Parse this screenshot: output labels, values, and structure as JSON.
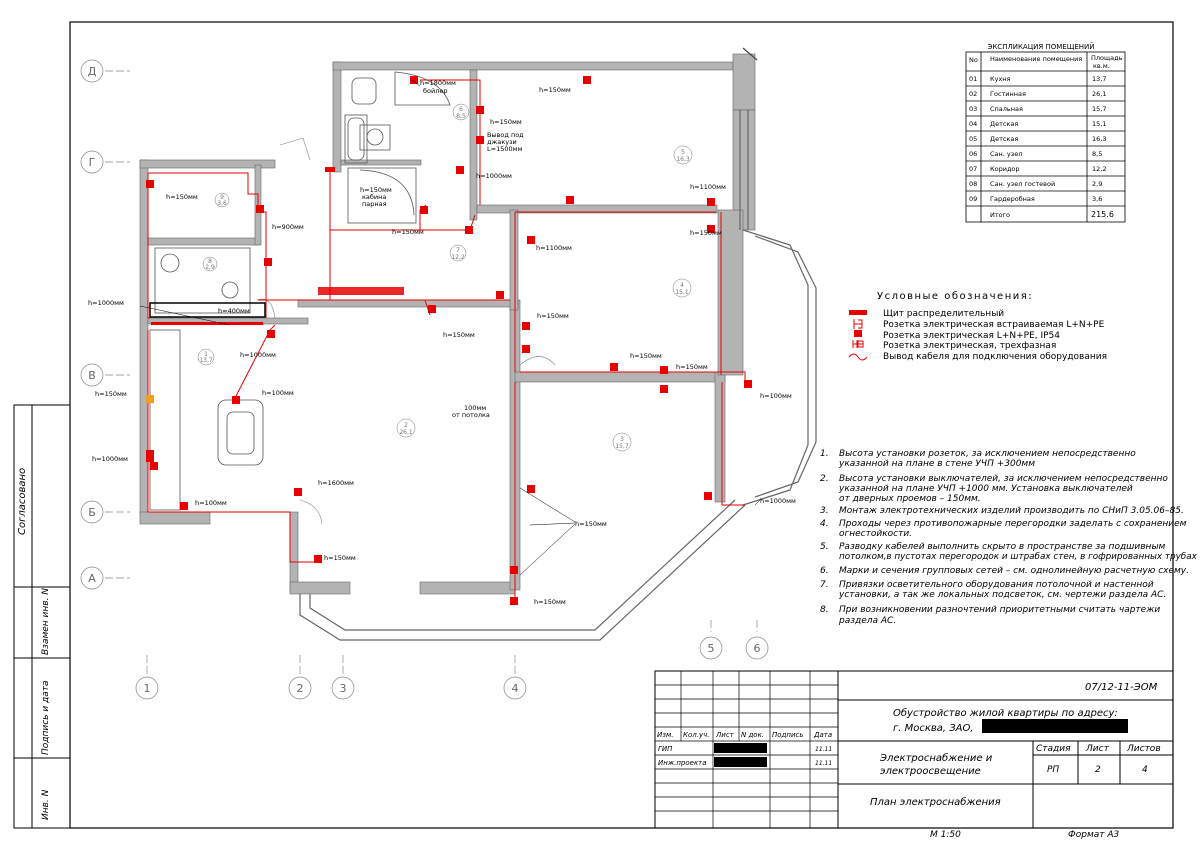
{
  "side_stamp": {
    "agreed": "Согласовано",
    "replaced_inv": "Взамен инв. N",
    "sign_date": "Подпись и дата",
    "inv_no": "Инв. N"
  },
  "grid_axes": {
    "rows": [
      "Д",
      "Г",
      "В",
      "Б",
      "А"
    ],
    "cols": [
      "1",
      "2",
      "3",
      "4",
      "5",
      "6"
    ]
  },
  "explication": {
    "title": "ЭКСПЛИКАЦИЯ ПОМЕЩЕНИЙ",
    "col_no": "No",
    "col_name": "Наименование помещения",
    "col_area_1": "Площадь",
    "col_area_2": "кв.м.",
    "rows": [
      {
        "no": "01",
        "name": "Кухня",
        "area": "13,7"
      },
      {
        "no": "02",
        "name": "Гостинная",
        "area": "26,1"
      },
      {
        "no": "03",
        "name": "Спальная",
        "area": "15,7"
      },
      {
        "no": "04",
        "name": "Детская",
        "area": "15,1"
      },
      {
        "no": "05",
        "name": "Детская",
        "area": "16,3"
      },
      {
        "no": "06",
        "name": "Сан. узел",
        "area": "8,5"
      },
      {
        "no": "07",
        "name": "Коридор",
        "area": "12,2"
      },
      {
        "no": "08",
        "name": "Сан. узел гостевой",
        "area": "2,9"
      },
      {
        "no": "09",
        "name": "Гардеробная",
        "area": "3,6"
      }
    ],
    "total_label": "Итого",
    "total_value": "215.6"
  },
  "legend": {
    "title": "Условные обозначения:",
    "items": [
      "Щит распределительный",
      "Розетка электрическая встраиваемая L+N+PE",
      "Розетка электрическая L+N+PE, IP54",
      "Розетка электрическая, трехфазная",
      "Вывод кабеля для подключения оборудования"
    ]
  },
  "notes": [
    {
      "n": "1.",
      "lines": [
        "Высота установки розеток, за исключением непосредственно",
        "указанной на плане  в стене УЧП +300мм"
      ]
    },
    {
      "n": "2.",
      "lines": [
        "Высота установки выключателей, за исключением непосредственно",
        "указанной на плане  УЧП +1000 мм. Установка выключателей",
        "от дверных проемов – 150мм."
      ]
    },
    {
      "n": "3.",
      "lines": [
        "Монтаж электротехнических изделий производить по СНиП 3.05.06–85."
      ]
    },
    {
      "n": "4.",
      "lines": [
        "Проходы через противопожарные перегородки заделать с сохранением",
        "огнестойкости."
      ]
    },
    {
      "n": "5.",
      "lines": [
        "Разводку кабелей выполнить скрыто в пространстве за подшивным",
        "потолком,в пустотах перегородок и штрабах стен, в гофрированных трубах"
      ]
    },
    {
      "n": "6.",
      "lines": [
        "Марки и сечения групповых  сетей – см. однолинейную расчетную схему."
      ]
    },
    {
      "n": "7.",
      "lines": [
        "Привязки осветительного оборудования потолочной и настенной",
        "установки, а так же локальных подсветок, см. чертежи раздела АС."
      ]
    },
    {
      "n": "8.",
      "lines": [
        "При возникновении разночтений приоритетными считать чартежи",
        "раздела АС."
      ]
    }
  ],
  "plan_labels": {
    "rooms": [
      {
        "no": "1",
        "area": "13,7"
      },
      {
        "no": "2",
        "area": "26,1"
      },
      {
        "no": "3",
        "area": "15,7"
      },
      {
        "no": "4",
        "area": "15,1"
      },
      {
        "no": "5",
        "area": "16,3"
      },
      {
        "no": "6",
        "area": "8,5"
      },
      {
        "no": "7",
        "area": "12,2"
      },
      {
        "no": "8",
        "area": "2,9"
      },
      {
        "no": "9",
        "area": "3,6"
      }
    ],
    "heights": {
      "h150": "h=150мм",
      "h1000": "h=1000мм",
      "h1100": "h=1100мм",
      "h1600": "h=1600мм",
      "h1800": "h=1800мм",
      "h900": "h=900мм",
      "h400": "h=400мм",
      "h100": "h=100мм"
    },
    "boiler": "бойлер",
    "jacuzzi": [
      "Вывод под",
      "джакузи",
      "L=1500мм"
    ],
    "shower": [
      "кабина",
      "парная"
    ],
    "ceiling_note": [
      "100мм",
      "от потолка"
    ]
  },
  "title_block": {
    "doc_code": "07/12-11-ЭОМ",
    "object_line1": "Обустройство жилой квартиры по адресу:",
    "object_line2": "г. Москва, ЗАО,",
    "section_line1": "Электроснабжение и",
    "section_line2": "электроосвещение",
    "sheet_title": "План электроснабжения",
    "hdr": {
      "izm": "Изм.",
      "kol": "Кол.уч.",
      "list": "Лист",
      "ndoc": "N док.",
      "sign": "Подпись",
      "date": "Дата"
    },
    "roles": [
      {
        "role": "ГИП",
        "date": "11.11"
      },
      {
        "role": "Инж.проекта",
        "date": "11.11"
      }
    ],
    "stage_label": "Стадия",
    "sheet_label": "Лист",
    "sheets_label": "Листов",
    "stage": "РП",
    "sheet": "2",
    "sheets": "4",
    "scale": "М 1:50",
    "format": "Формат А3"
  }
}
